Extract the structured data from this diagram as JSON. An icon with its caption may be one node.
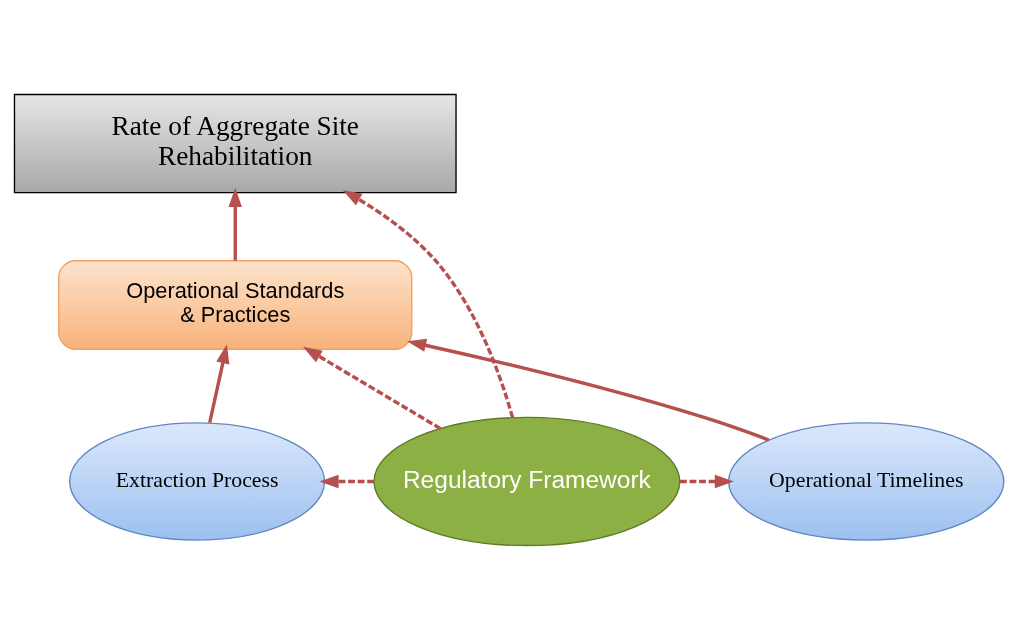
{
  "diagram": {
    "nodes": [
      {
        "text": [
          "Rate of Aggregate Site Rehabilitation"
        ]
      },
      {
        "text": [
          "Operational Standards & Practices"
        ]
      },
      {
        "text": [
          "Extraction Process"
        ]
      },
      {
        "text": [
          "Operational Timelines"
        ]
      },
      {
        "text": [
          "Regulatory Framework"
        ]
      }
    ],
    "edges": [
      {
        "from": 1,
        "to": 0,
        "arrow": "to"
      },
      {
        "from": 2,
        "to": 1,
        "arrow": "to"
      },
      {
        "from": 3,
        "to": 1,
        "arrow": "to"
      },
      {
        "from": 4,
        "to": 0,
        "arrow": "to",
        "style": "dashed"
      },
      {
        "from": 4,
        "to": 1,
        "arrow": "to",
        "style": "dashed"
      },
      {
        "from": 4,
        "to": 2,
        "arrow": "to",
        "style": "dashed"
      },
      {
        "from": 4,
        "to": 3,
        "arrow": "to",
        "style": "dashed"
      }
    ]
  }
}
